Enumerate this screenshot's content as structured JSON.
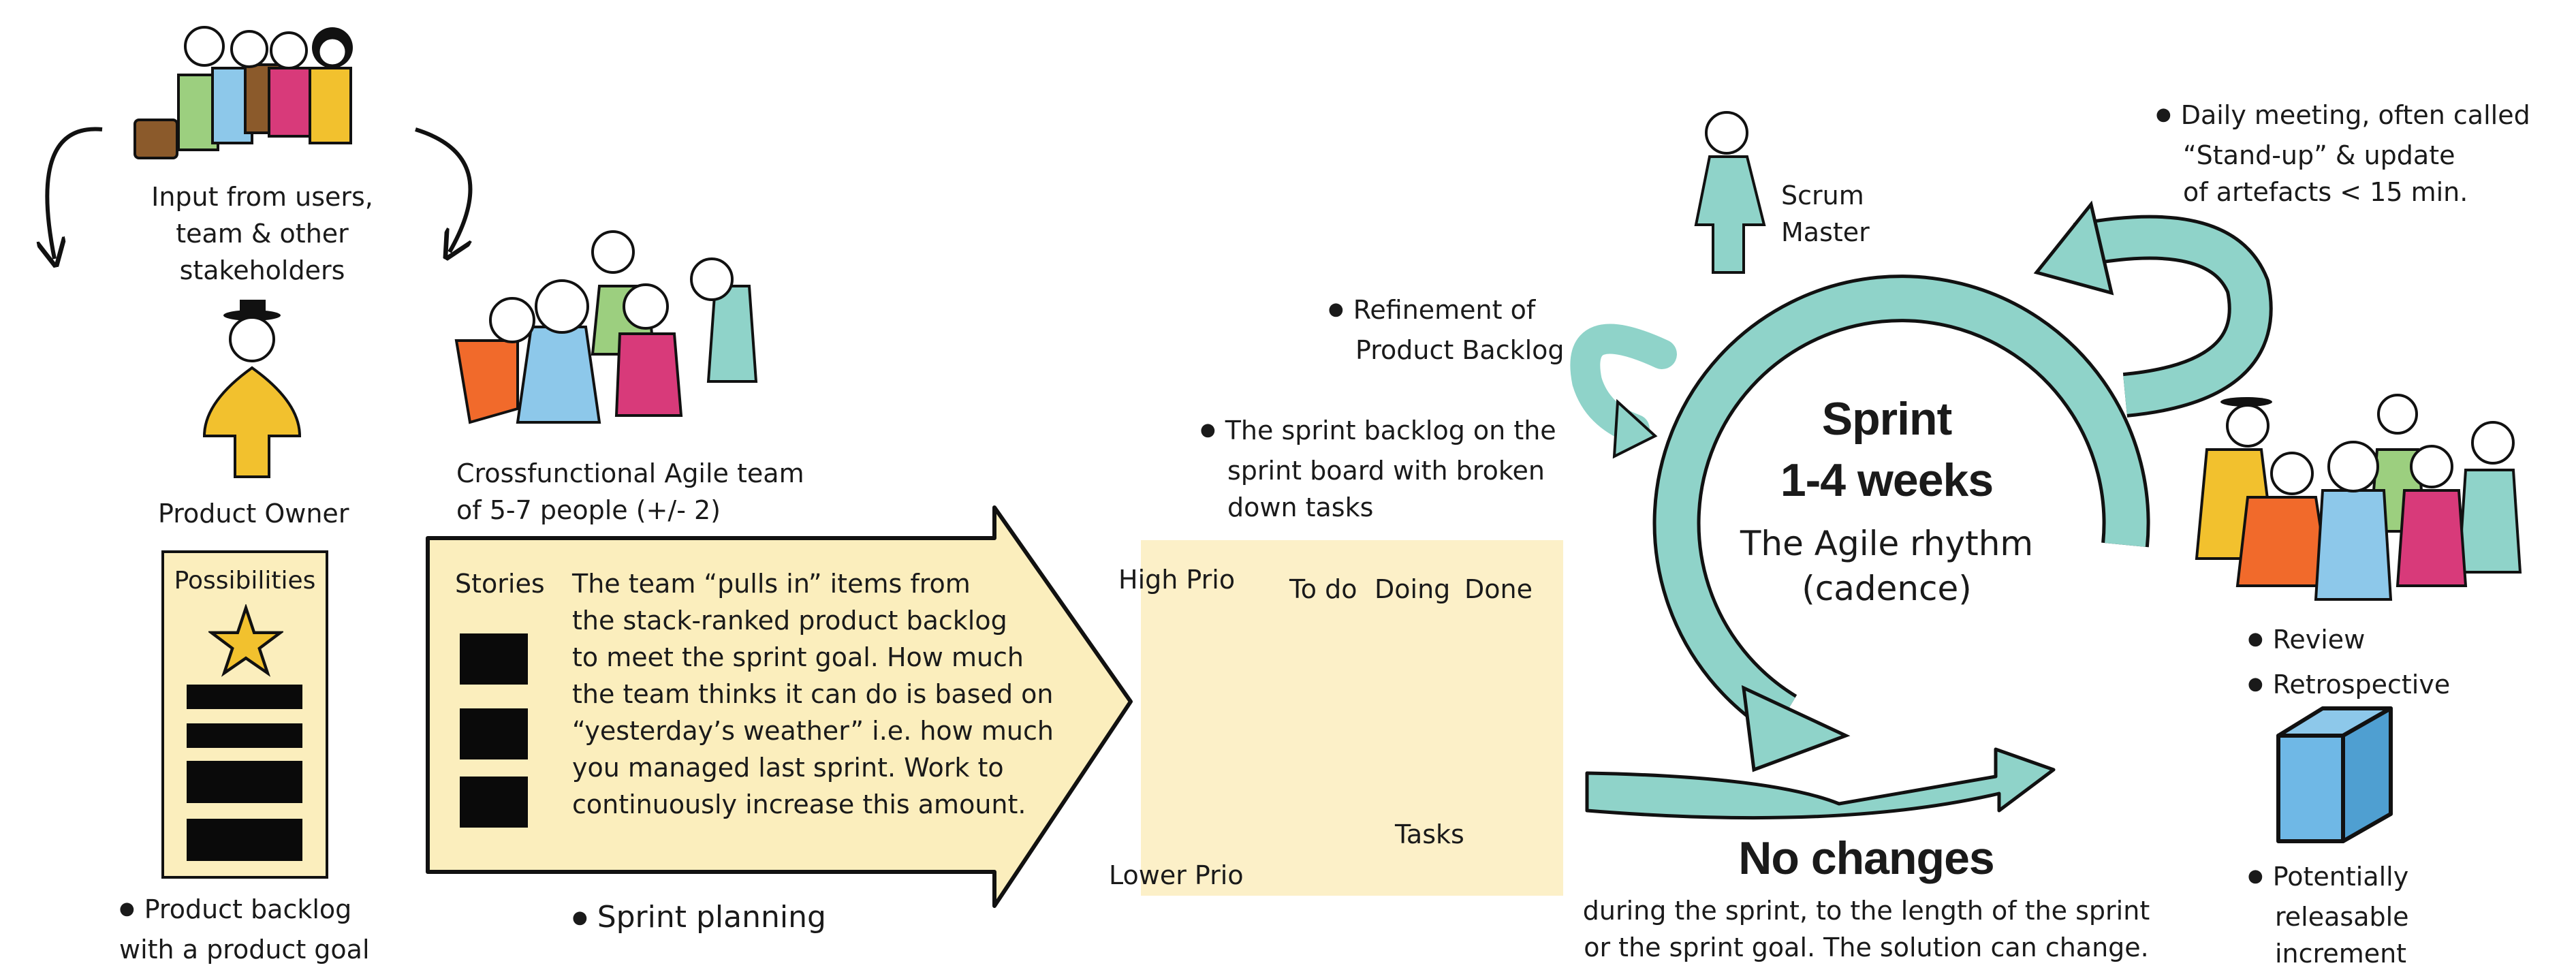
{
  "input_label": [
    "Input from users,",
    "team & other",
    "stakeholders"
  ],
  "product_owner": "Product Owner",
  "backlog": {
    "heading": "Possibilities",
    "caption": [
      "Product backlog",
      "with a product goal"
    ]
  },
  "team_label": [
    "Crossfunctional Agile team",
    "of 5-7 people (+/- 2)"
  ],
  "planning": {
    "stories_label": "Stories",
    "text": [
      "The team “pulls in” items from",
      "the stack-ranked product backlog",
      "to meet the sprint goal. How much",
      "the team thinks it can do is based on",
      "“yesterday’s weather” i.e. how much",
      "you managed last sprint. Work to",
      "continuously increase this amount."
    ],
    "caption": "Sprint planning"
  },
  "sprint_backlog_note": [
    "The sprint backlog on the",
    "sprint board with broken",
    "down tasks"
  ],
  "board": {
    "high_prio": "High Prio",
    "lower_prio": "Lower Prio",
    "columns": [
      "To do",
      "Doing",
      "Done"
    ],
    "tasks_label": "Tasks"
  },
  "refinement_note": [
    "Refinement of",
    "Product Backlog"
  ],
  "scrum_master": [
    "Scrum",
    "Master"
  ],
  "daily_meeting_note": [
    "Daily meeting, often called",
    "“Stand-up” & update",
    "of artefacts < 15 min."
  ],
  "sprint": {
    "title": [
      "Sprint",
      "1-4 weeks"
    ],
    "subtitle": [
      "The Agile rhythm",
      "(cadence)"
    ]
  },
  "no_changes": {
    "heading": "No changes",
    "text": [
      "during the sprint, to the length of the sprint",
      "or the sprint goal. The solution can change."
    ]
  },
  "review": "Review",
  "retrospective": "Retrospective",
  "increment": [
    "Potentially",
    "releasable",
    "increment"
  ],
  "colors": {
    "teal": "#8fd3c9",
    "cream": "#fbeebd",
    "yellow": "#f2c12e",
    "orange": "#f16a2b",
    "blue": "#8dc8ea",
    "green": "#9ccf7f",
    "magenta": "#d83a7a",
    "cube_blue": "#6fb8e6"
  }
}
